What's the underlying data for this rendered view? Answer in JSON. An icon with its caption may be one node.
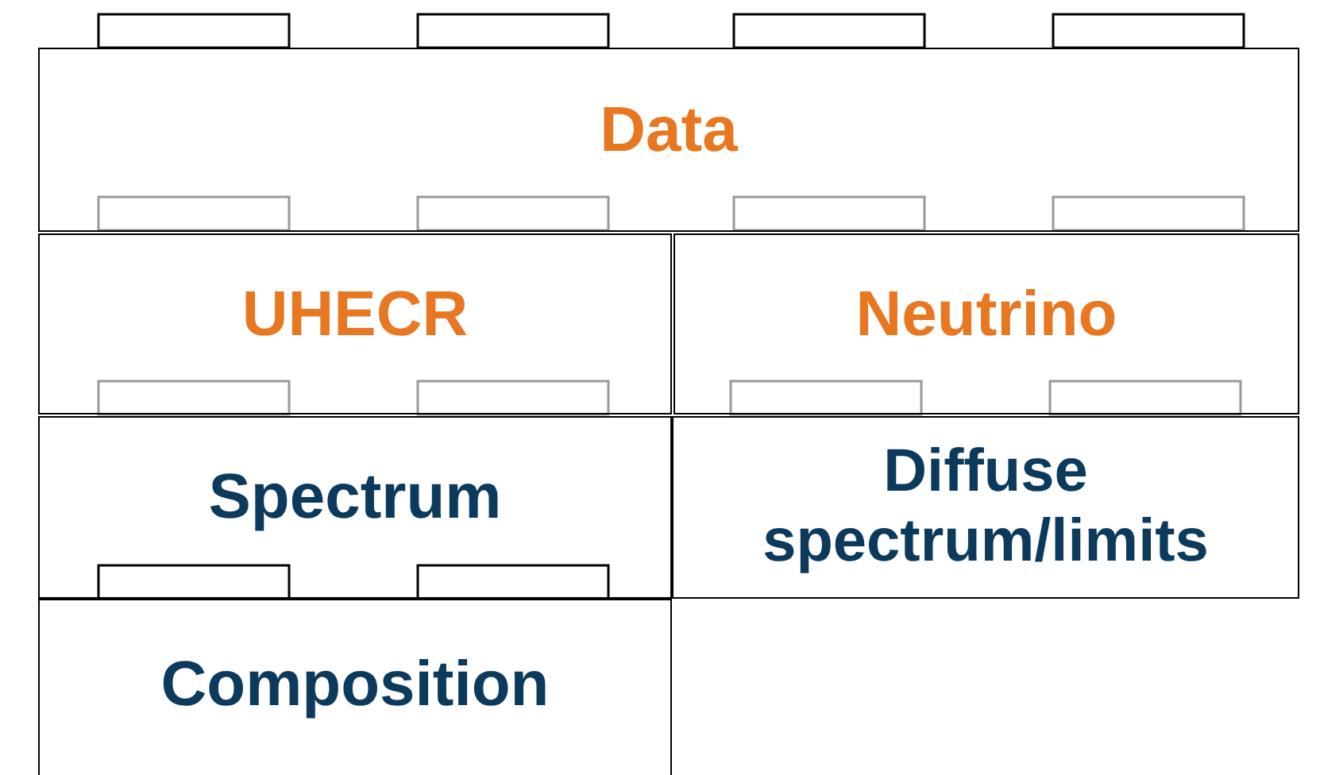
{
  "diagram": {
    "nodes": [
      {
        "text": [
          "Data"
        ]
      },
      {
        "text": [
          "UHECR"
        ]
      },
      {
        "text": [
          "Neutrino"
        ]
      },
      {
        "text": [
          "Spectrum"
        ]
      },
      {
        "text": [
          "Diffuse spectrum/limits"
        ]
      },
      {
        "text": [
          "Composition"
        ]
      }
    ]
  }
}
